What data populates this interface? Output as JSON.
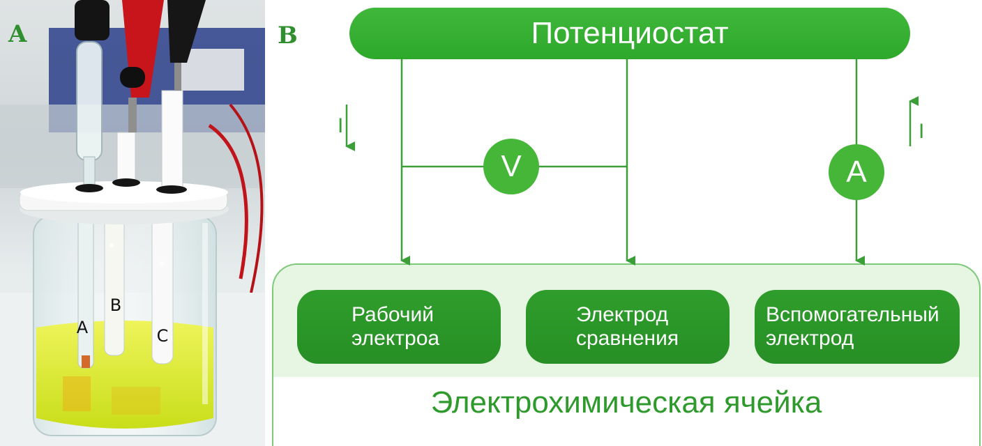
{
  "panel_a": {
    "letter": "A",
    "photo_labels": {
      "a": "A",
      "b": "B",
      "c": "C"
    }
  },
  "panel_b": {
    "letter": "B",
    "potentiostat": "Потенциостат",
    "voltmeter": "V",
    "ammeter": "A",
    "electrodes": [
      {
        "line1": "Рабочий",
        "line2": "электроа"
      },
      {
        "line1": "Электрод",
        "line2": "сравнения"
      },
      {
        "line1": "Вспомогательный",
        "line2": "электрод"
      }
    ],
    "cell": "Электрохимическая ячейка",
    "current_left": "I",
    "current_right": "I"
  },
  "colors": {
    "green_dark": "#2f9d2c",
    "green_bright": "#45b637",
    "green_light": "#e7f6e2",
    "line": "#3a9f36"
  }
}
